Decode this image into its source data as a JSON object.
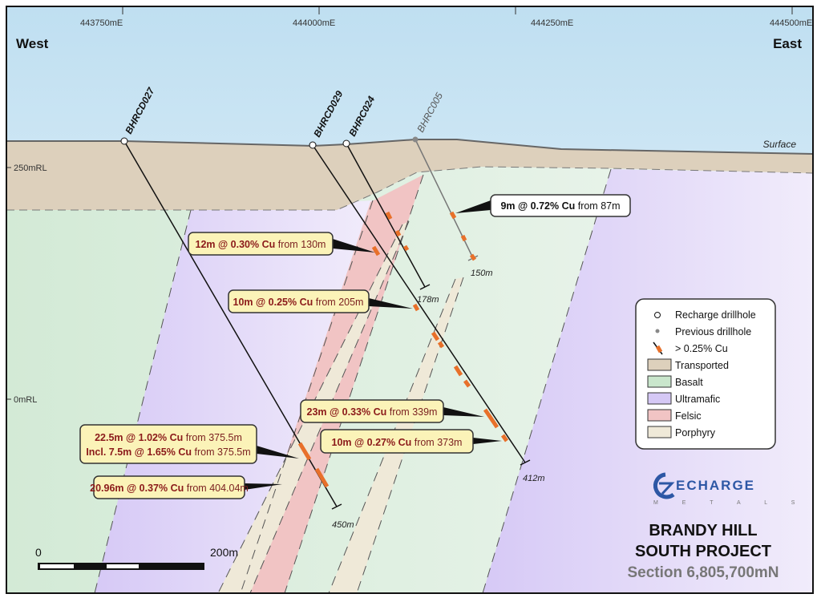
{
  "axis": {
    "eastings": [
      "443750mE",
      "444000mE",
      "444250mE",
      "444500mE"
    ],
    "west": "West",
    "east": "East",
    "rl": [
      "250mRL",
      "0mRL"
    ],
    "surface": "Surface"
  },
  "drillholes": [
    {
      "name": "BHRCD027",
      "depth": "450m",
      "type": "recharge"
    },
    {
      "name": "BHRCD029",
      "depth": "412m",
      "type": "recharge"
    },
    {
      "name": "BHRC024",
      "depth": "178m",
      "type": "recharge"
    },
    {
      "name": "BHRC005",
      "depth": "150m",
      "type": "previous"
    }
  ],
  "callouts": [
    {
      "bold": "9m @ 0.72% Cu",
      "rest": " from 87m"
    },
    {
      "bold": "12m @ 0.30% Cu",
      "rest": " from 130m"
    },
    {
      "bold": "10m @ 0.25% Cu",
      "rest": " from 205m"
    },
    {
      "bold": "23m @ 0.33% Cu",
      "rest": " from 339m"
    },
    {
      "bold": "10m @ 0.27% Cu",
      "rest": " from 373m"
    },
    {
      "bold": "22.5m @ 1.02% Cu",
      "rest": " from 375.5m"
    },
    {
      "bold": "Incl. 7.5m @ 1.65% Cu",
      "rest": " from 375.5m"
    },
    {
      "bold": "20.96m @ 0.37% Cu",
      "rest": " from 404.04m"
    }
  ],
  "legend": {
    "items": [
      {
        "label": "Recharge drillhole",
        "icon": "open-circle"
      },
      {
        "label": "Previous drillhole",
        "icon": "grey-dot"
      },
      {
        "label": "> 0.25% Cu",
        "icon": "orange-intercept"
      },
      {
        "label": "Transported",
        "color": "#ddd0bc"
      },
      {
        "label": "Basalt",
        "color": "#c9e6cc"
      },
      {
        "label": "Ultramafic",
        "color": "#d5c8f5"
      },
      {
        "label": "Felsic",
        "color": "#f1c4c4"
      },
      {
        "label": "Porphyry",
        "color": "#efe9d8"
      }
    ]
  },
  "scale": {
    "start": "0",
    "end": "200m"
  },
  "logo": {
    "name": "ECHARGE",
    "sub": "M E T A L S"
  },
  "title": {
    "line1": "BRANDY HILL",
    "line2": "SOUTH PROJECT",
    "line3": "Section 6,805,700mN"
  },
  "colors": {
    "intercept": "#e8702a",
    "callout_bg": "#fbf3b8",
    "callout_text": "#8b1a1a"
  }
}
